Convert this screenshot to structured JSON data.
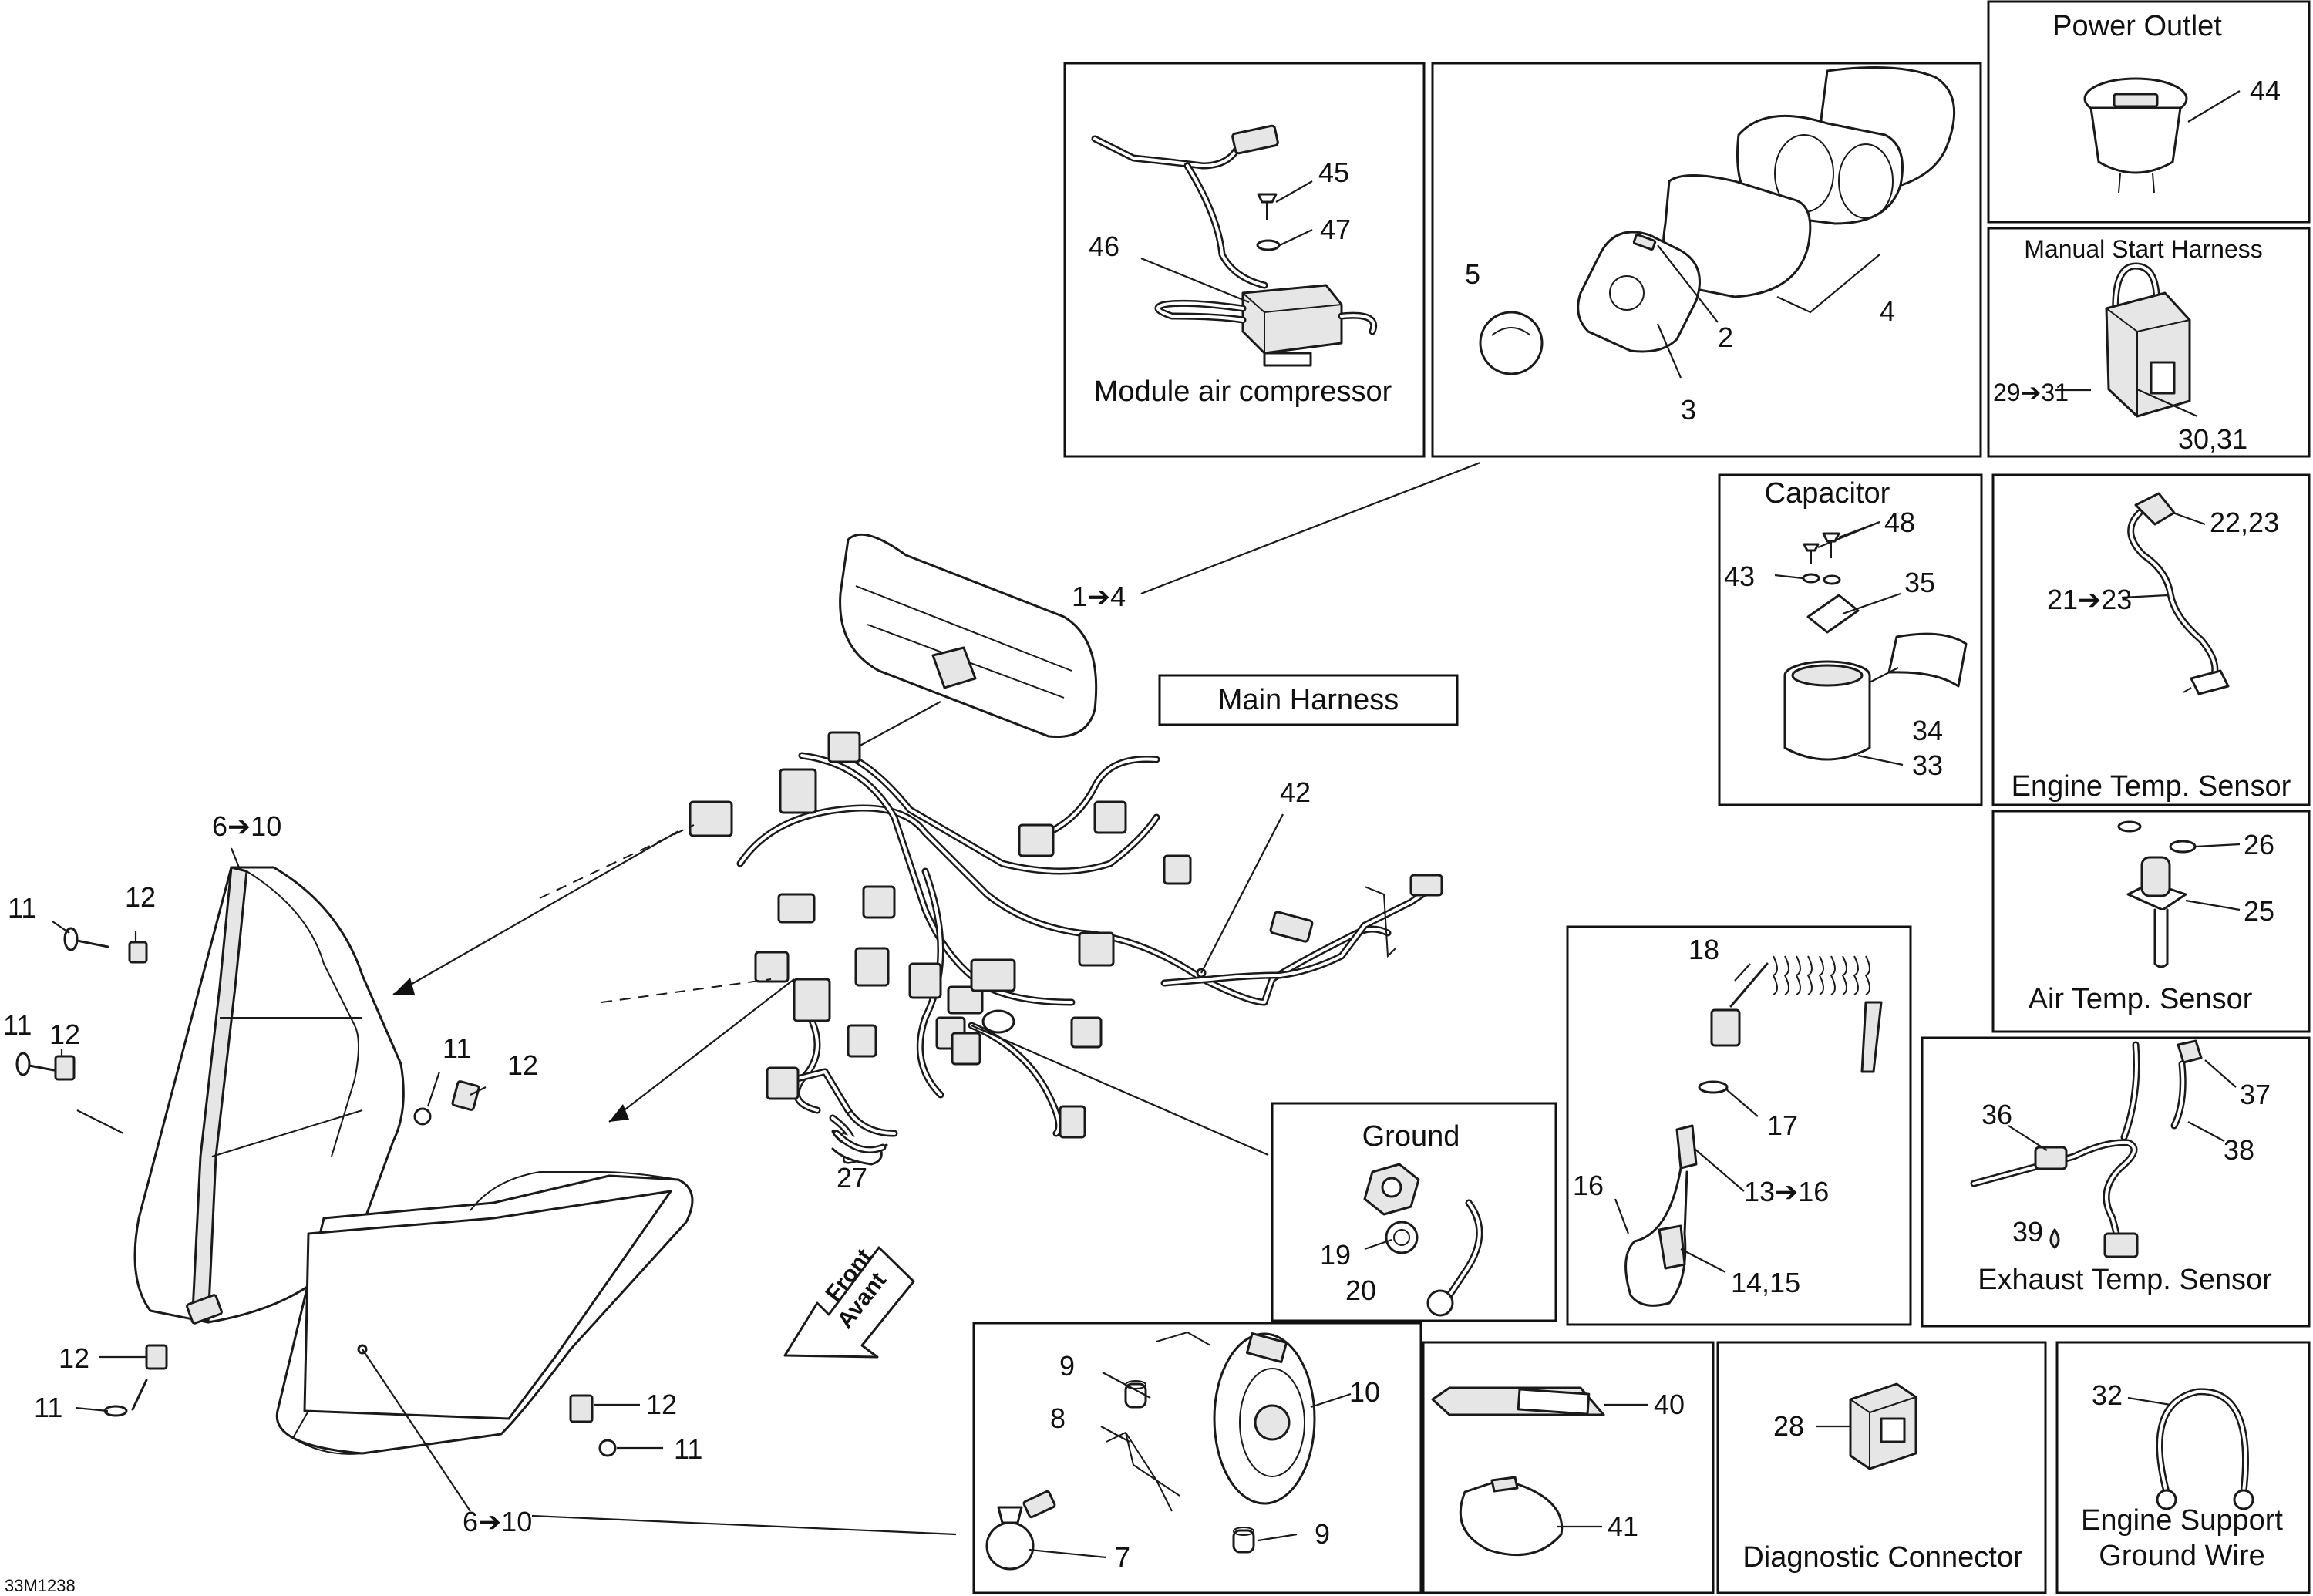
{
  "diagram_code": "33M1238",
  "front_arrow": {
    "line1": "Front",
    "line2": "Avant"
  },
  "panels": {
    "power_outlet": {
      "title": "Power Outlet",
      "callouts": [
        "44"
      ]
    },
    "manual_start_harness": {
      "title": "Manual Start Harness",
      "callouts": [
        "29➔31",
        "30,31"
      ]
    },
    "module_air_compressor": {
      "title": "Module air compressor",
      "callouts": [
        "45",
        "47",
        "46"
      ]
    },
    "gauge": {
      "callouts": [
        "5",
        "2",
        "4",
        "3"
      ]
    },
    "capacitor": {
      "title": "Capacitor",
      "callouts": [
        "48",
        "43",
        "35",
        "34",
        "33"
      ]
    },
    "engine_temp_sensor": {
      "title": "Engine Temp. Sensor",
      "callouts": [
        "22,23",
        "21➔23"
      ]
    },
    "air_temp_sensor": {
      "title": "Air Temp. Sensor",
      "callouts": [
        "26",
        "25"
      ]
    },
    "exhaust_temp_sensor": {
      "title": "Exhaust Temp. Sensor",
      "callouts": [
        "36",
        "37",
        "38",
        "39"
      ]
    },
    "main_harness": {
      "title": "Main Harness",
      "callouts": [
        "42",
        "1➔4",
        "27"
      ]
    },
    "ground": {
      "title": "Ground",
      "callouts": [
        "19",
        "20"
      ]
    },
    "dess_key": {
      "callouts": [
        "18",
        "17",
        "16",
        "13➔16",
        "14,15"
      ]
    },
    "headlamp_bulb": {
      "callouts": [
        "9",
        "10",
        "8",
        "9",
        "7"
      ]
    },
    "grease": {
      "callouts": [
        "40",
        "41"
      ]
    },
    "diagnostic_connector": {
      "title": "Diagnostic Connector",
      "callouts": [
        "28"
      ]
    },
    "engine_support_ground_wire": {
      "title_line1": "Engine Support",
      "title_line2": "Ground Wire",
      "callouts": [
        "32"
      ]
    }
  },
  "headlamps": {
    "left_callouts": [
      "6➔10",
      "11",
      "12",
      "11",
      "12",
      "11",
      "12",
      "12",
      "11"
    ],
    "right_callouts": [
      "12",
      "11",
      "6➔10"
    ]
  }
}
